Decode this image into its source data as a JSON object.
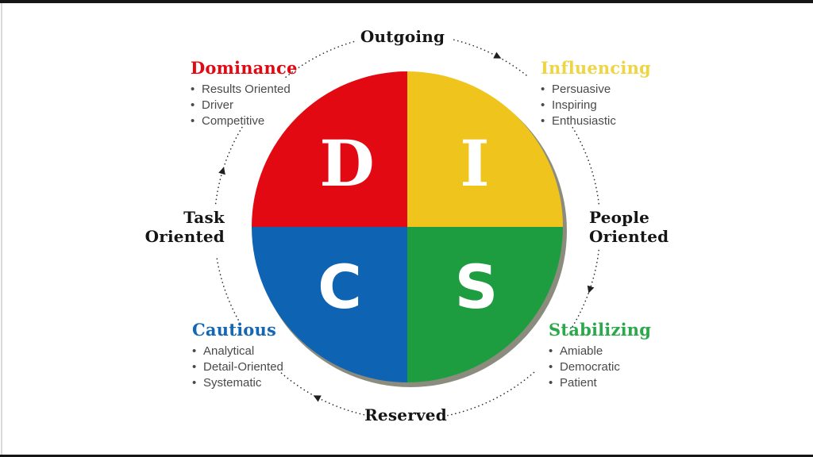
{
  "diagram": {
    "type": "disc-personality-wheel",
    "bullet": "•",
    "axes": {
      "top": "Outgoing",
      "bottom": "Reserved",
      "left_line1": "Task",
      "left_line2": "Oriented",
      "right_line1": "People",
      "right_line2": "Oriented"
    },
    "quadrants": [
      {
        "letter": "D",
        "title": "Dominance",
        "traits": [
          "Results Oriented",
          "Driver",
          "Competitive"
        ],
        "color": "#E30913",
        "title_color": "#E30913"
      },
      {
        "letter": "I",
        "title": "Influencing",
        "traits": [
          "Persuasive",
          "Inspiring",
          "Enthusiastic"
        ],
        "color": "#EFC41C",
        "title_color": "#EDD544"
      },
      {
        "letter": "C",
        "title": "Cautious",
        "traits": [
          "Analytical",
          "Detail-Oriented",
          "Systematic"
        ],
        "color": "#0E63B2",
        "title_color": "#1467B4"
      },
      {
        "letter": "S",
        "title": "Stabilizing",
        "traits": [
          "Amiable",
          "Democratic",
          "Patient"
        ],
        "color": "#1E9C40",
        "title_color": "#2BA84A"
      }
    ],
    "arrow_color": "#1f1f1f",
    "shadow_color": "#2e2d14"
  }
}
